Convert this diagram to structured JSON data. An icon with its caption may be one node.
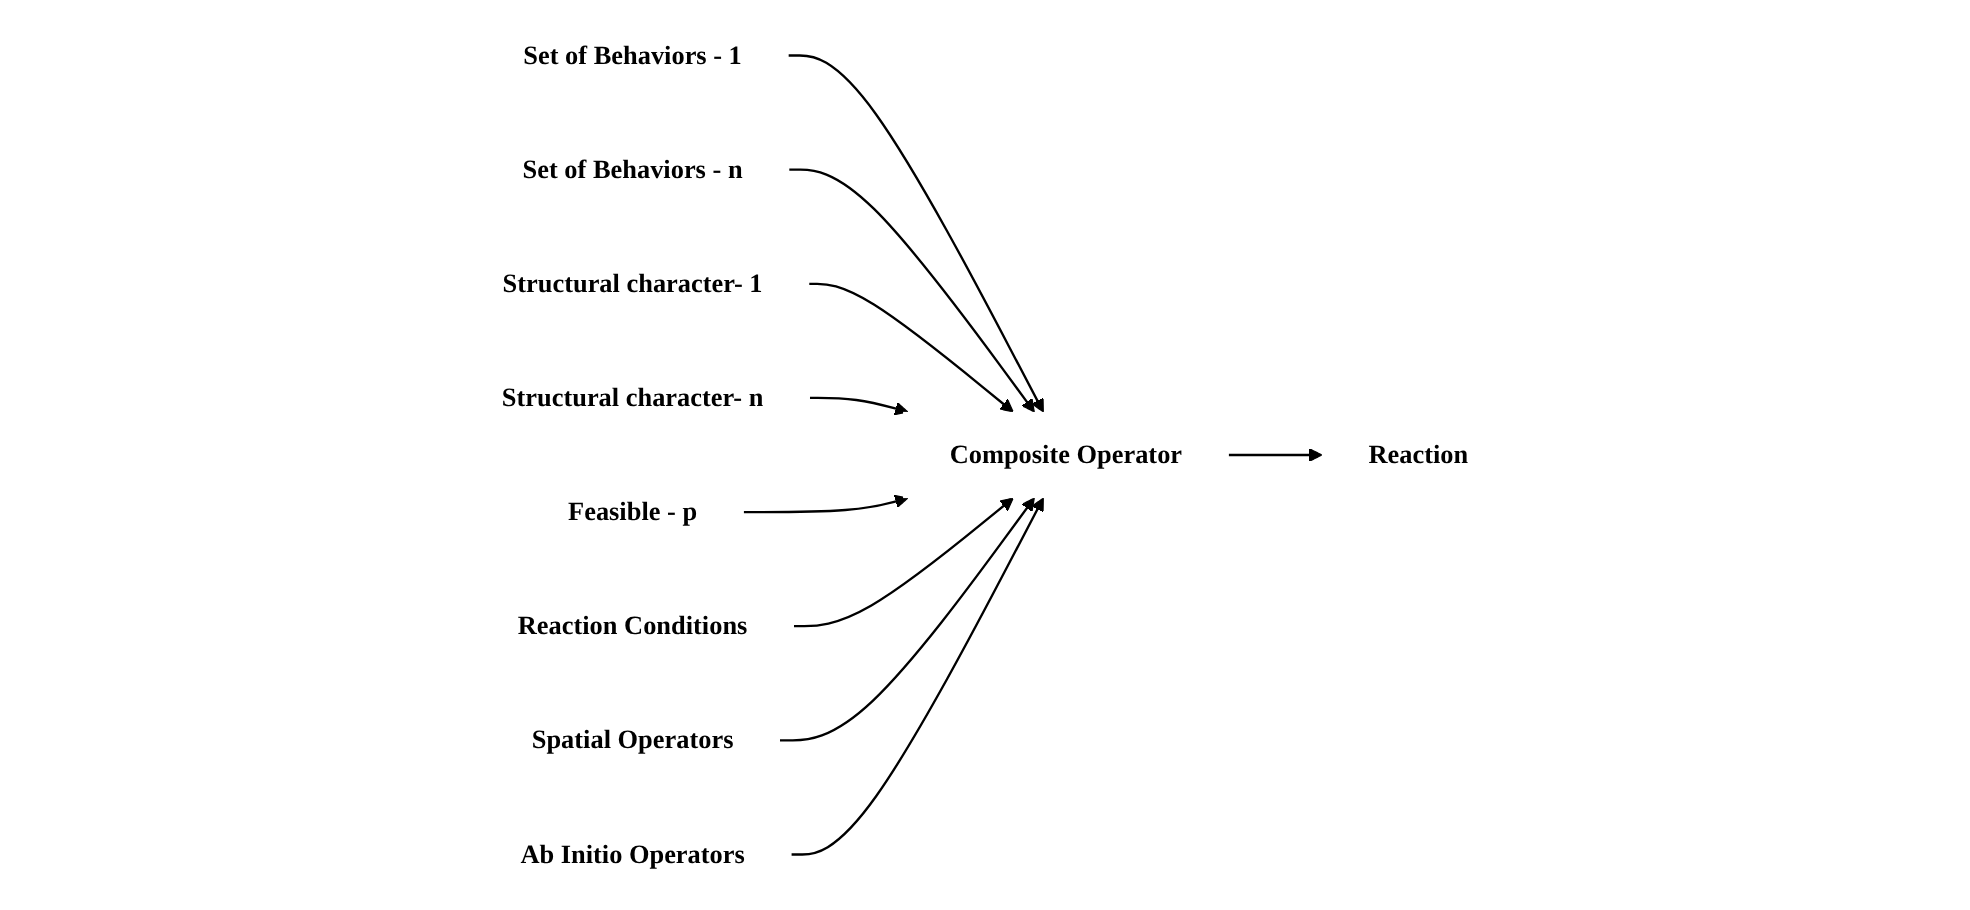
{
  "diagram": {
    "nodes": [
      {
        "text": [
          "Set of Behaviors - 1"
        ]
      },
      {
        "text": [
          "Set of Behaviors - n"
        ]
      },
      {
        "text": [
          "Structural character- 1"
        ]
      },
      {
        "text": [
          "Structural character- n"
        ]
      },
      {
        "text": [
          "Feasible - p"
        ]
      },
      {
        "text": [
          "Composite Operator"
        ]
      },
      {
        "text": [
          "Reaction"
        ]
      },
      {
        "text": [
          "Reaction Conditions"
        ]
      },
      {
        "text": [
          "Spatial Operators"
        ]
      },
      {
        "text": [
          "Ab Initio Operators"
        ]
      }
    ],
    "edges": [
      {
        "from": 0,
        "to": 5,
        "arrow": "to"
      },
      {
        "from": 1,
        "to": 5,
        "arrow": "to"
      },
      {
        "from": 2,
        "to": 5,
        "arrow": "to"
      },
      {
        "from": 3,
        "to": 5,
        "arrow": "to"
      },
      {
        "from": 4,
        "to": 5,
        "arrow": "to"
      },
      {
        "from": 5,
        "to": 6,
        "arrow": "to"
      },
      {
        "from": 7,
        "to": 5,
        "arrow": "to"
      },
      {
        "from": 8,
        "to": 5,
        "arrow": "to"
      },
      {
        "from": 9,
        "to": 5,
        "arrow": "to"
      }
    ]
  }
}
